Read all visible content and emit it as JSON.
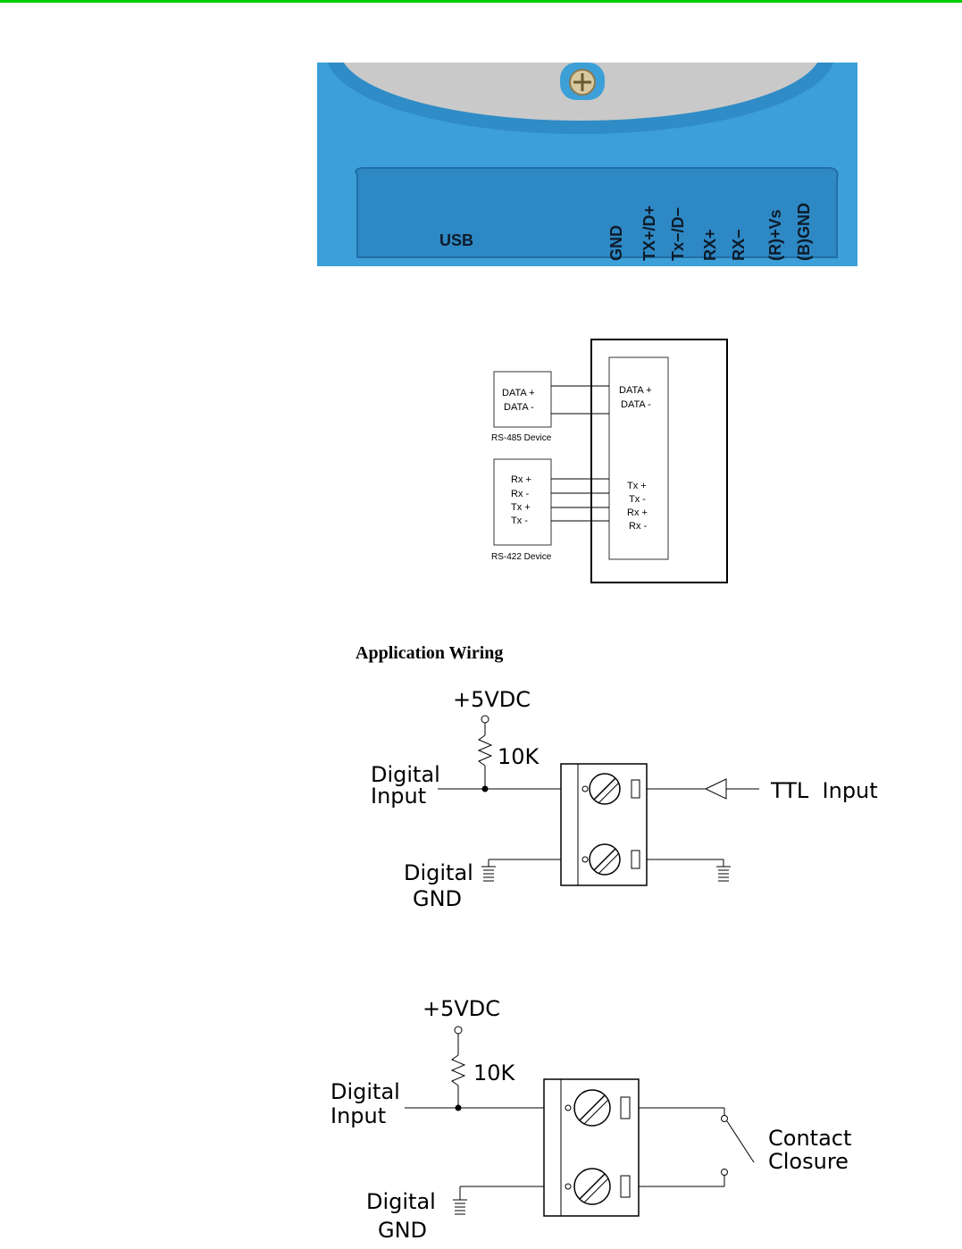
{
  "page": {
    "accent_line_color": "#00cc00"
  },
  "device_photo": {
    "port_label": "USB",
    "pins": [
      "GND",
      "TX+/D+",
      "Tx−/D−",
      "RX+",
      "RX−",
      "(R)+Vs",
      "(B)GND"
    ],
    "body_color": "#3d9fd8"
  },
  "rs_diagram": {
    "rs485_device": {
      "labels": [
        "DATA +",
        "DATA -"
      ],
      "caption": "RS-485 Device"
    },
    "rs422_device": {
      "labels": [
        "Rx +",
        "Rx -",
        "Tx +",
        "Tx -"
      ],
      "caption": "RS-422 Device"
    },
    "module": {
      "data_labels": [
        "DATA +",
        "DATA -"
      ],
      "serial_labels": [
        "Tx +",
        "Tx -",
        "Rx +",
        "Rx -"
      ]
    }
  },
  "section": {
    "heading": "Application Wiring"
  },
  "ttl_diagram": {
    "supply": "+5VDC",
    "resistor": "10K",
    "input_label": [
      "Digital",
      "Input"
    ],
    "gnd_label": [
      "Digital",
      "GND"
    ],
    "source_label": "TTL  Input"
  },
  "contact_diagram": {
    "supply": "+5VDC",
    "resistor": "10K",
    "input_label": [
      "Digital",
      "Input"
    ],
    "gnd_label": [
      "Digital",
      "GND"
    ],
    "source_label": [
      "Contact",
      "Closure"
    ]
  }
}
